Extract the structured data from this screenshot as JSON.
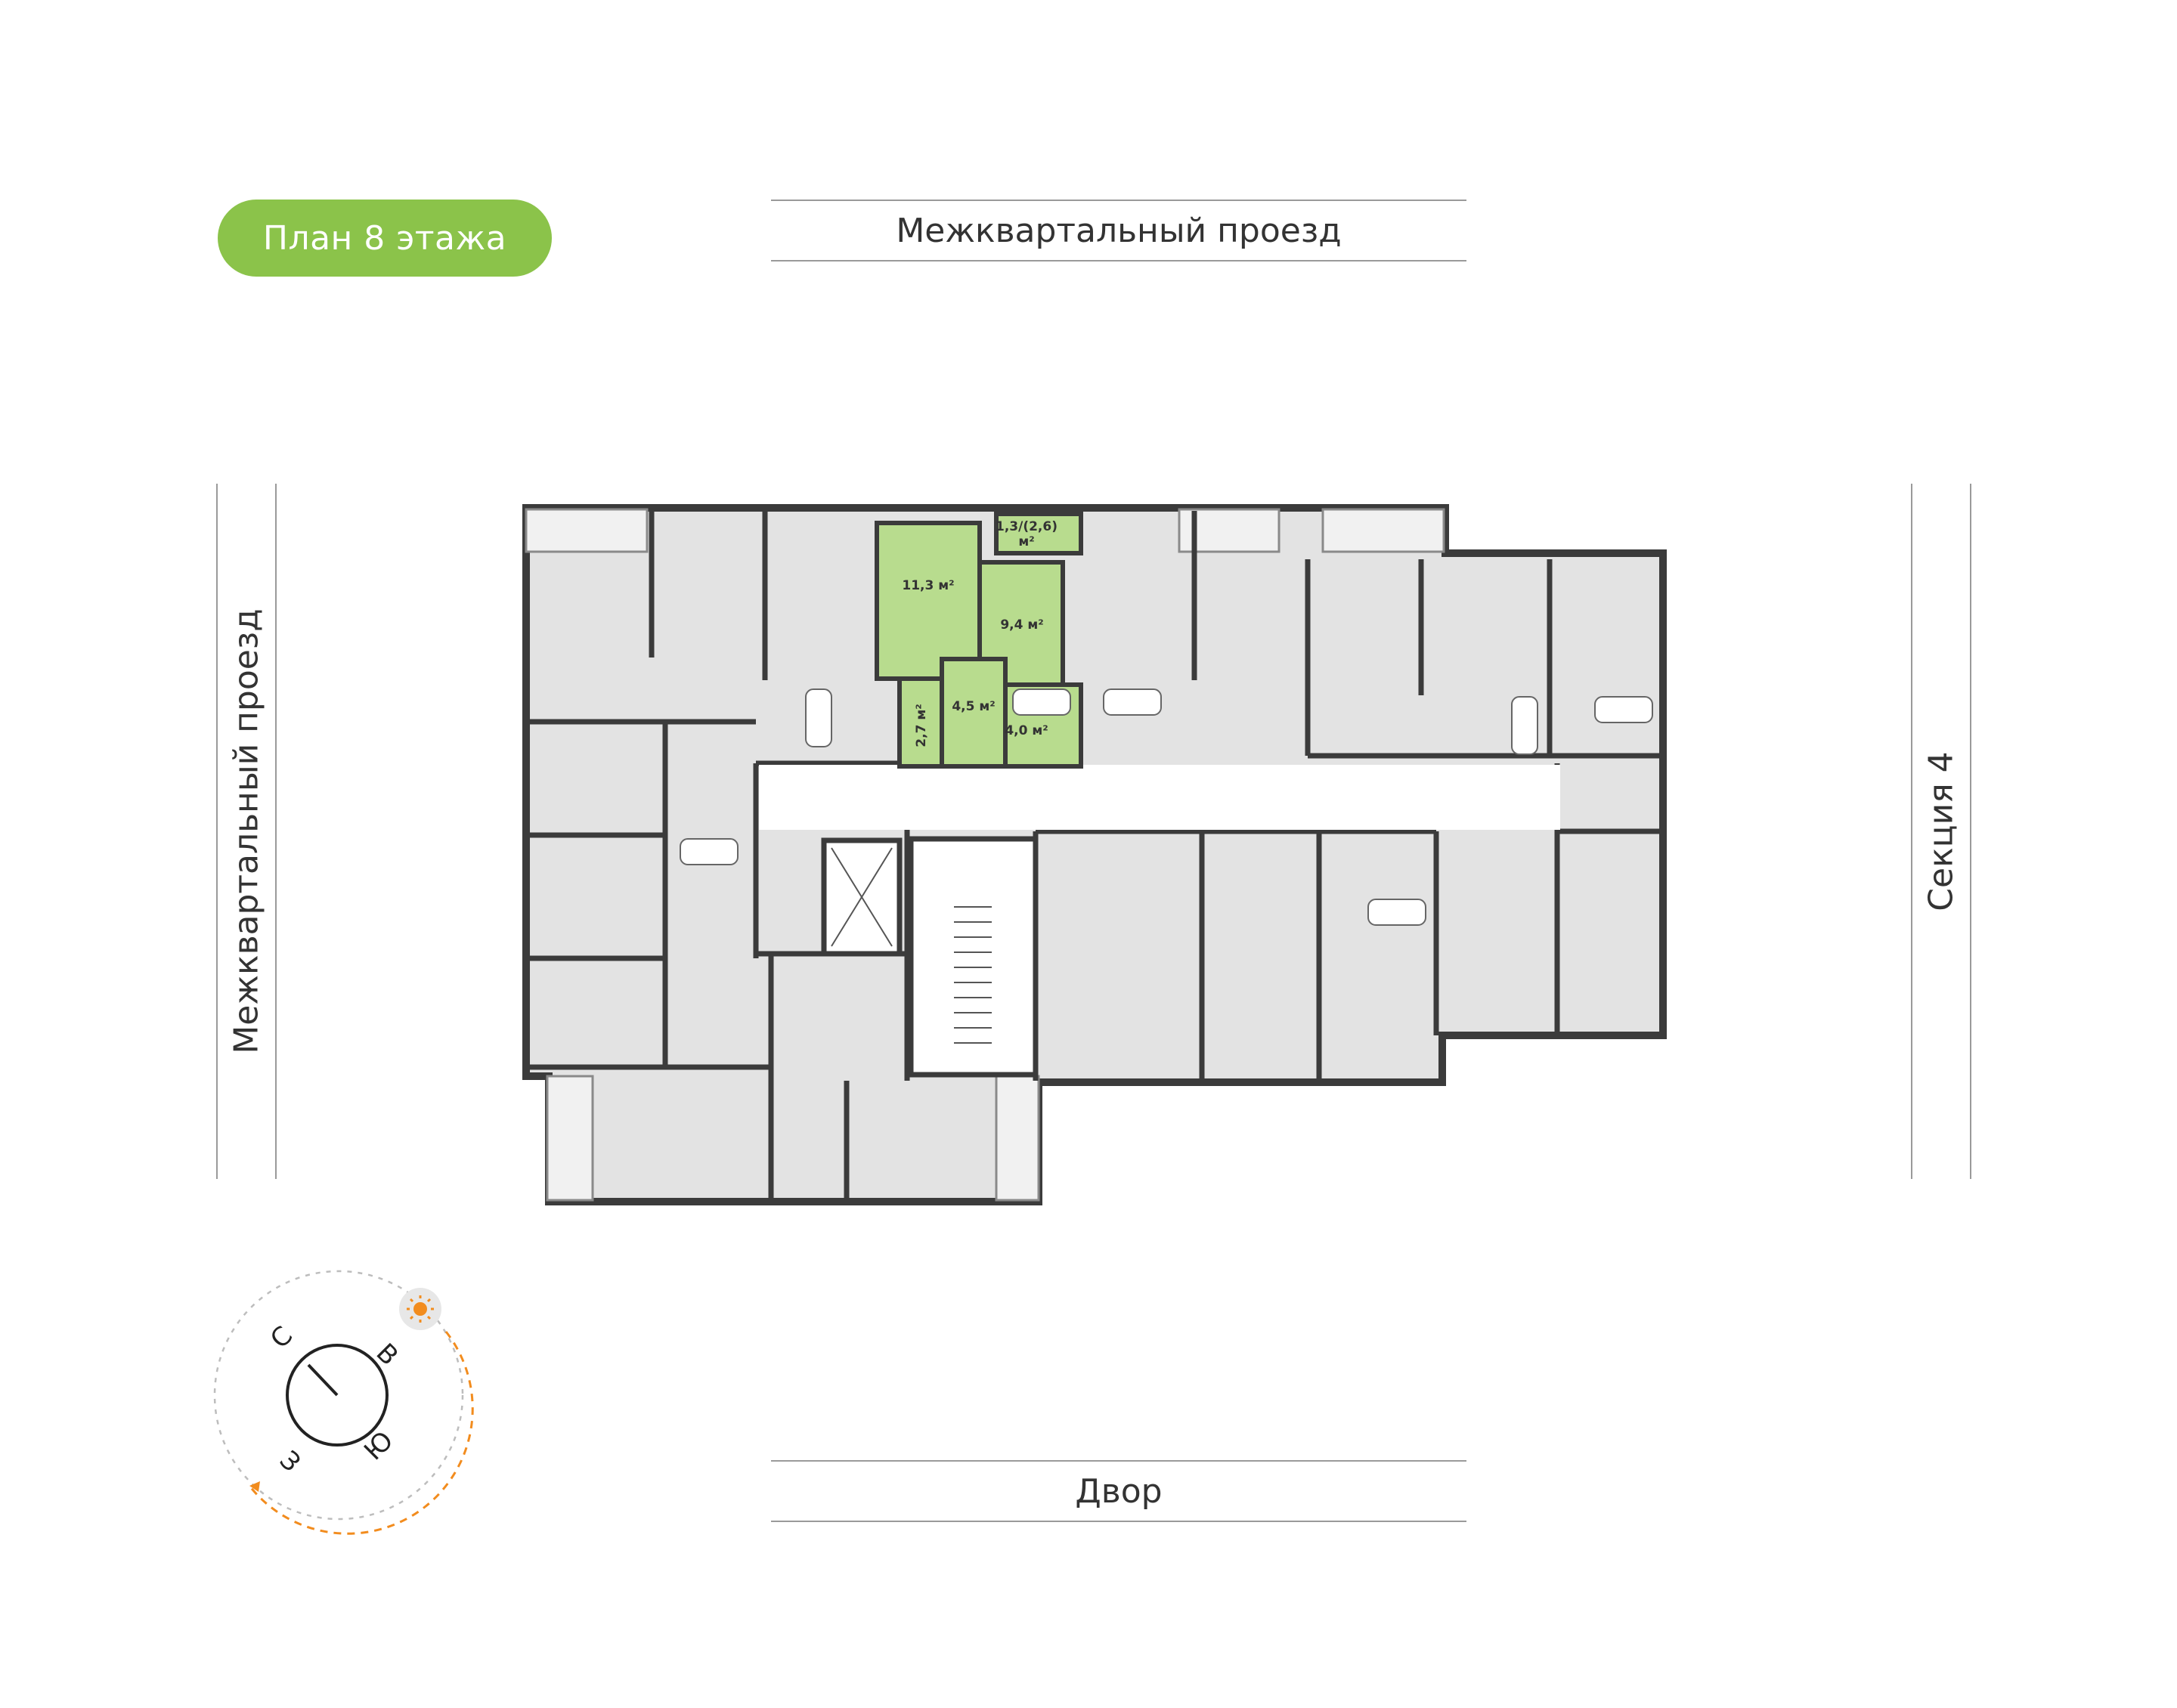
{
  "floor_label": "План 8 этажа",
  "streets": {
    "top": "Межквартальный проезд",
    "left": "Межквартальный проезд",
    "bottom": "Двор",
    "right": "Секция 4"
  },
  "apartment_rooms": {
    "room_1": "11,3 м²",
    "room_2": "9,4 м²",
    "room_3": "4,5 м²",
    "room_4": "2,7 м²",
    "room_5": "4,0 м²",
    "balcony": "1,3/(2,6)",
    "balcony_unit": "м²"
  },
  "compass": {
    "north": "С",
    "east": "В",
    "south": "Ю",
    "west": "З",
    "sun_icon": "sun-icon"
  },
  "colors": {
    "accent": "#8bc34a",
    "highlight_fill": "#b8dc8e",
    "room_fill": "#e3e3e3",
    "wall": "#3b3b3b",
    "compass_path": "#f28c1e"
  }
}
